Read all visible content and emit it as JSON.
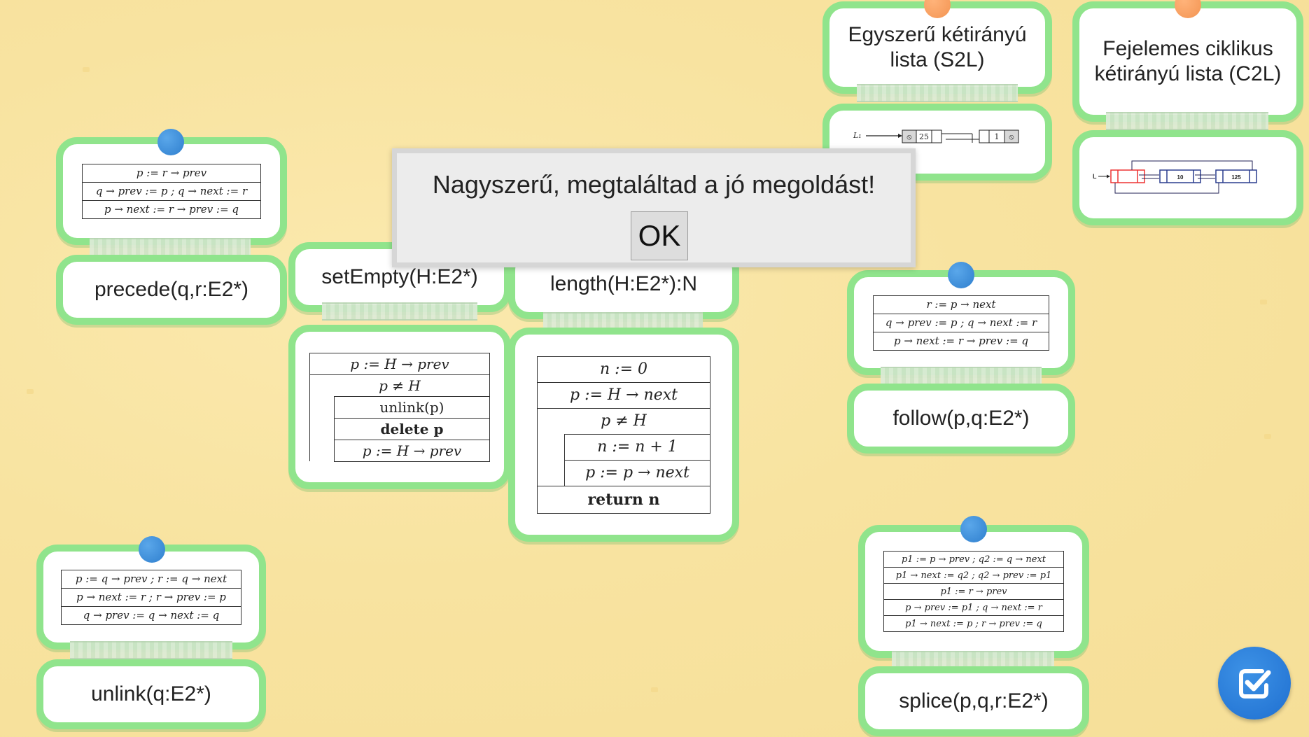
{
  "dialog": {
    "message": "Nagyszerű, megtaláltad a jó megoldást!",
    "ok_label": "OK"
  },
  "headers": {
    "s2l": "Egyszerű kétirányú lista (S2L)",
    "c2l": "Fejelemes ciklikus kétirányú lista (C2L)"
  },
  "diagrams": {
    "s2l": {
      "head": "L₁",
      "first_value": "25",
      "last_value": "1",
      "null_symbol": "⦸"
    },
    "c2l": {
      "head": "L",
      "value_1": "10",
      "value_2": "125"
    }
  },
  "labels": {
    "precede": "precede(q,r:E2*)",
    "setEmpty": "setEmpty(H:E2*)",
    "length": "length(H:E2*):N",
    "follow": "follow(p,q:E2*)",
    "unlink": "unlink(q:E2*)",
    "splice": "splice(p,q,r:E2*)"
  },
  "algorithms": {
    "precede": [
      "p := r → prev",
      "q → prev := p ; q → next := r",
      "p → next := r → prev := q"
    ],
    "setEmpty": {
      "first": "p := H → prev",
      "loop": "p ≠ H",
      "body": [
        "unlink(p)",
        "delete p",
        "p := H → prev"
      ]
    },
    "length": {
      "init": [
        "n := 0",
        "p := H → next"
      ],
      "loop": "p ≠ H",
      "body": [
        "n := n + 1",
        "p := p → next"
      ],
      "ret": "return n"
    },
    "follow": [
      "r := p → next",
      "q → prev := p ; q → next := r",
      "p → next := r → prev := q"
    ],
    "unlink": [
      "p := q → prev ; r := q → next",
      "p → next := r ; r → prev := p",
      "q → prev := q → next := q"
    ],
    "splice": [
      "p1 := p → prev ; q2 := q → next",
      "p1 → next := q2 ; q2 → prev := p1",
      "p1 := r → prev",
      "p → prev := p1 ; q → next := r",
      "p1 → next := p ; r → prev := q"
    ]
  },
  "colors": {
    "card_border": "#90e48c",
    "pin_blue": "#2f7fce",
    "pin_orange": "#f39452",
    "check_button": "#1f6fd0"
  }
}
